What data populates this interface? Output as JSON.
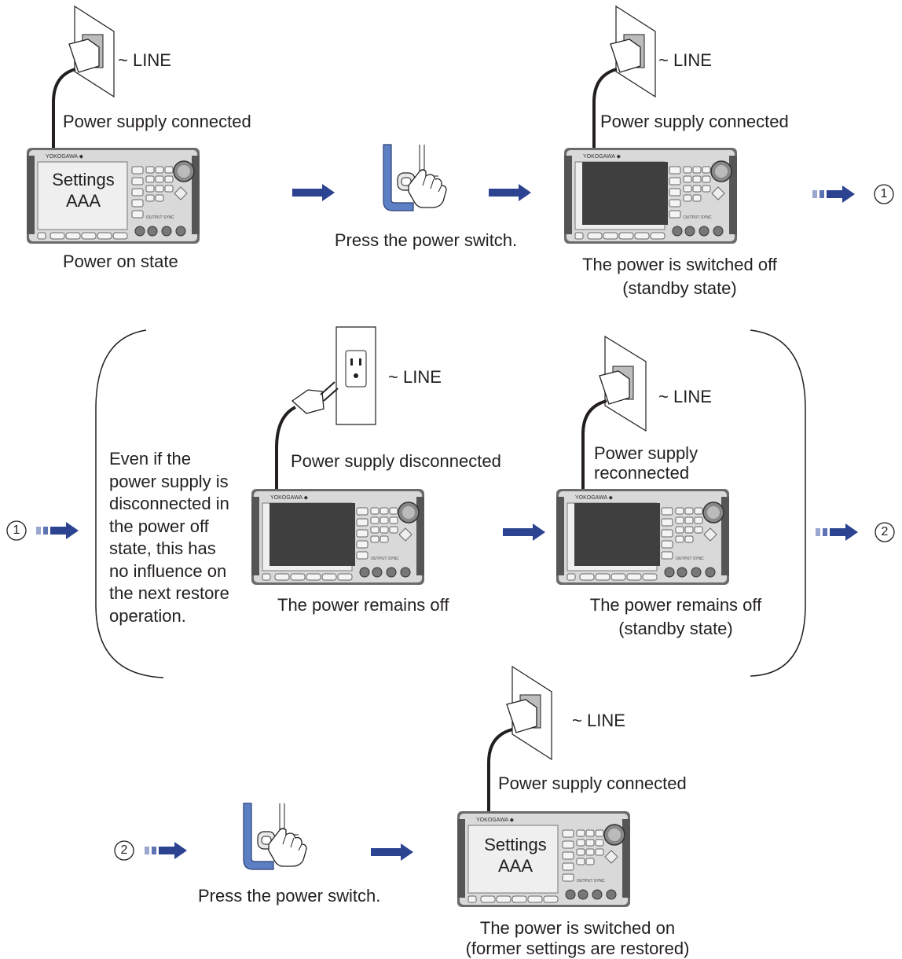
{
  "labels": {
    "line": "LINE",
    "tilde": "~",
    "power_connected": "Power supply connected",
    "power_disconnected": "Power supply disconnected",
    "power_reconnected_1": "Power supply",
    "power_reconnected_2": "reconnected",
    "press_switch": "Press the power switch.",
    "power_on_state": "Power on state",
    "switched_off_1": "The power is switched off",
    "standby": "(standby state)",
    "remains_off": "The power remains off",
    "switched_on": "The power is switched on",
    "restored": "(former settings are restored)",
    "settings": "Settings",
    "settings_value": "AAA",
    "brand": "YOKOGAWA"
  },
  "note_lines": [
    "Even if the",
    "power supply is",
    "disconnected in",
    "the power off",
    "state, this has",
    "no influence on",
    "the next restore",
    "operation."
  ],
  "markers": {
    "one": "1",
    "two": "2"
  },
  "colors": {
    "arrow": "#2b4390",
    "arrow_light": "#7f8fbf",
    "text": "#231f20",
    "screen_dark": "#3f3f3f",
    "screen_light": "#e8e8e8",
    "switch_blue": "#5d7fc4"
  }
}
